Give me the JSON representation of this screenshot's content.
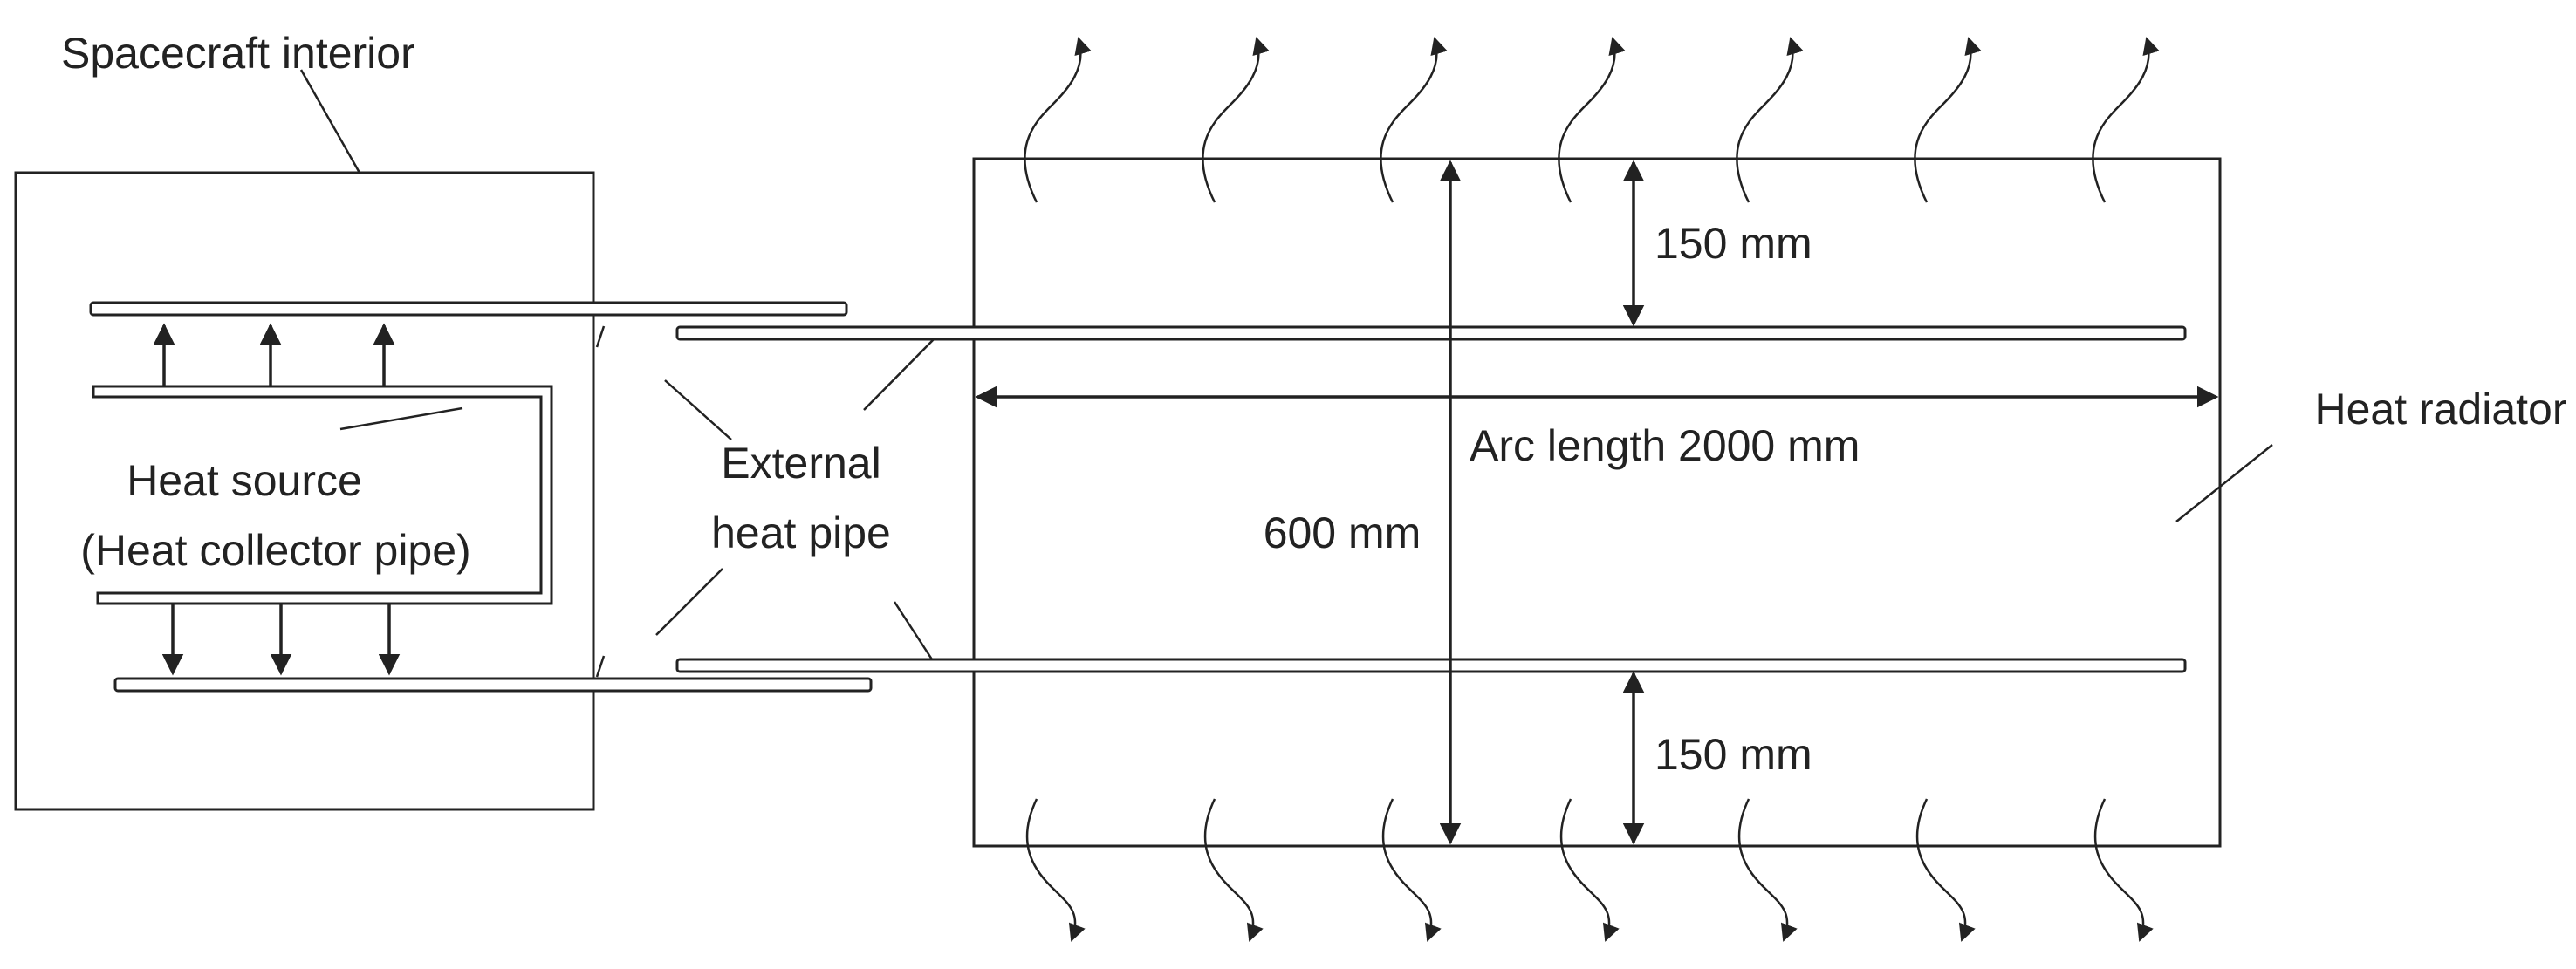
{
  "labels": {
    "spacecraft_interior": "Spacecraft interior",
    "heat_source_line1": "Heat source",
    "heat_source_line2": "(Heat collector pipe)",
    "external_heat_pipe_line1": "External",
    "external_heat_pipe_line2": "heat pipe",
    "heat_radiator": "Heat radiator",
    "dim_top_gap": "150 mm",
    "dim_bottom_gap": "150 mm",
    "dim_height": "600 mm",
    "dim_arc_length": "Arc length 2000 mm"
  },
  "colors": {
    "line": "#222222",
    "background": "#ffffff"
  }
}
